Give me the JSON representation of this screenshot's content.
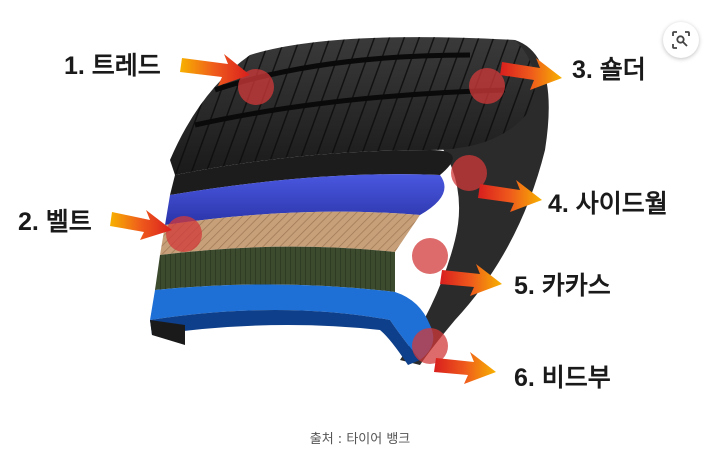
{
  "labels": {
    "tread": "1. 트레드",
    "belt": "2. 벨트",
    "shoulder": "3. 숄더",
    "sidewall": "4. 사이드월",
    "carcass": "5. 카카스",
    "bead": "6. 비드부"
  },
  "caption": "출처 : 타이어 뱅크",
  "icons": {
    "lens": "visual-search-icon",
    "arrow": "arrow-icon"
  },
  "colors": {
    "arrow": "#e8321e",
    "marker": "#d23a3a",
    "belt_blue": "#3a45c8",
    "carcass_blue": "#1e6fd6"
  }
}
